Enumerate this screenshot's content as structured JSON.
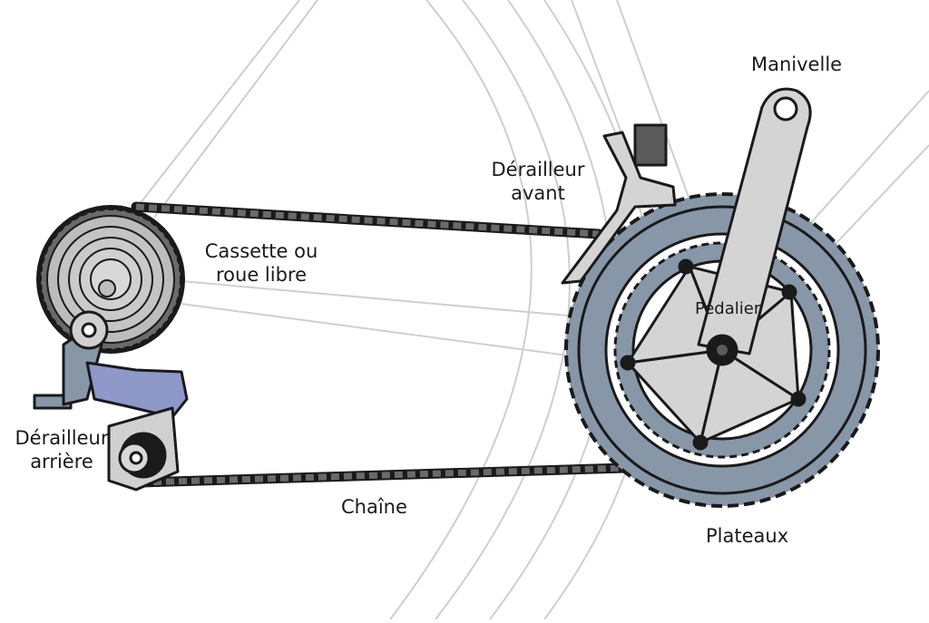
{
  "labels": {
    "crank": "Manivelle",
    "front_derailleur_line1": "Dérailleur",
    "front_derailleur_line2": "avant",
    "cassette_line1": "Cassette ou",
    "cassette_line2": "roue libre",
    "bottom_bracket": "Pédalier",
    "rear_derailleur_line1": "Dérailleur",
    "rear_derailleur_line2": "arrière",
    "chain": "Chaîne",
    "chainrings": "Plateaux"
  },
  "colors": {
    "chainring": "#8797a8",
    "crank": "#d4d4d4",
    "cassette": "#bcbcbc",
    "chain": "#5a5a5a",
    "derailleur_accent": "#8e98c9",
    "frame_line": "#cfcfcf",
    "outline": "#1a1a1a"
  }
}
